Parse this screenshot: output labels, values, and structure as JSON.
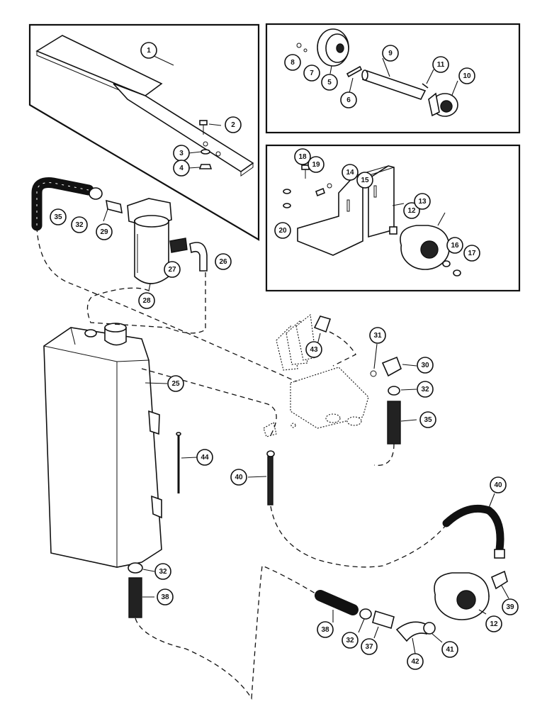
{
  "diagram": {
    "callouts": [
      {
        "id": "c1",
        "label": "1"
      },
      {
        "id": "c2",
        "label": "2"
      },
      {
        "id": "c3",
        "label": "3"
      },
      {
        "id": "c4",
        "label": "4"
      },
      {
        "id": "c5",
        "label": "5"
      },
      {
        "id": "c6",
        "label": "6"
      },
      {
        "id": "c7",
        "label": "7"
      },
      {
        "id": "c8",
        "label": "8"
      },
      {
        "id": "c9",
        "label": "9"
      },
      {
        "id": "c10",
        "label": "10"
      },
      {
        "id": "c11",
        "label": "11"
      },
      {
        "id": "c12a",
        "label": "12"
      },
      {
        "id": "c13",
        "label": "13"
      },
      {
        "id": "c14",
        "label": "14"
      },
      {
        "id": "c15",
        "label": "15"
      },
      {
        "id": "c16",
        "label": "16"
      },
      {
        "id": "c17",
        "label": "17"
      },
      {
        "id": "c18",
        "label": "18"
      },
      {
        "id": "c19",
        "label": "19"
      },
      {
        "id": "c20",
        "label": "20"
      },
      {
        "id": "c35a",
        "label": "35"
      },
      {
        "id": "c32a",
        "label": "32"
      },
      {
        "id": "c29",
        "label": "29"
      },
      {
        "id": "c27",
        "label": "27"
      },
      {
        "id": "c26",
        "label": "26"
      },
      {
        "id": "c28",
        "label": "28"
      },
      {
        "id": "c25",
        "label": "25"
      },
      {
        "id": "c43",
        "label": "43"
      },
      {
        "id": "c31",
        "label": "31"
      },
      {
        "id": "c30",
        "label": "30"
      },
      {
        "id": "c32b",
        "label": "32"
      },
      {
        "id": "c35b",
        "label": "35"
      },
      {
        "id": "c44",
        "label": "44"
      },
      {
        "id": "c40a",
        "label": "40"
      },
      {
        "id": "c40b",
        "label": "40"
      },
      {
        "id": "c32c",
        "label": "32"
      },
      {
        "id": "c38a",
        "label": "38"
      },
      {
        "id": "c39",
        "label": "39"
      },
      {
        "id": "c12b",
        "label": "12"
      },
      {
        "id": "c41",
        "label": "41"
      },
      {
        "id": "c38b",
        "label": "38"
      },
      {
        "id": "c32d",
        "label": "32"
      },
      {
        "id": "c37",
        "label": "37"
      },
      {
        "id": "c42",
        "label": "42"
      }
    ]
  }
}
